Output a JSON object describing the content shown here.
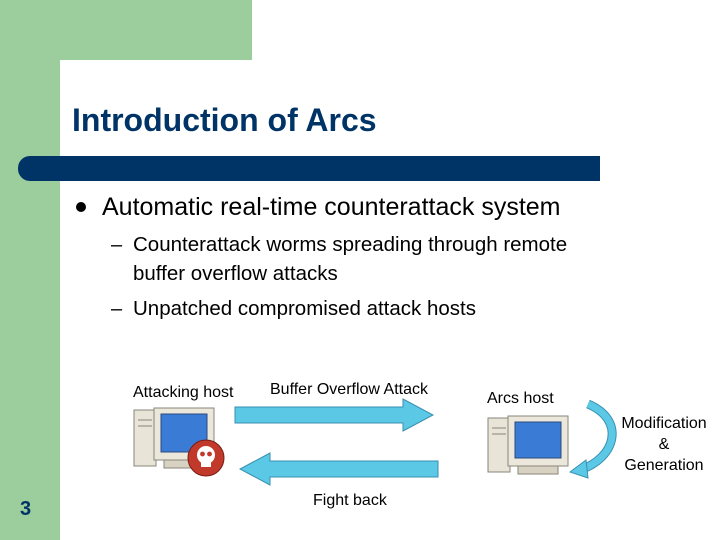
{
  "slide": {
    "title": "Introduction of Arcs",
    "page_number": "3"
  },
  "bullets": [
    {
      "text": "Automatic real-time counterattack system",
      "subitems": [
        {
          "line1": "Counterattack worms spreading through remote",
          "line2": "buffer overflow attacks"
        },
        {
          "line1": "Unpatched compromised attack hosts"
        }
      ]
    }
  ],
  "diagram": {
    "attacking_host_label": "Attacking host",
    "arcs_host_label": "Arcs host",
    "attack_label": "Buffer Overflow Attack",
    "fight_back_label": "Fight back",
    "modification": {
      "line1": "Modification",
      "line2": "&",
      "line3": "Generation"
    },
    "arrow_color": "#5bc8e6",
    "monitor_screen_color": "#3a7bd5",
    "skull_badge_color": "#c0392b"
  },
  "colors": {
    "background_green": "#9ccd9c",
    "title_color": "#003366",
    "bar_color": "#003366"
  }
}
